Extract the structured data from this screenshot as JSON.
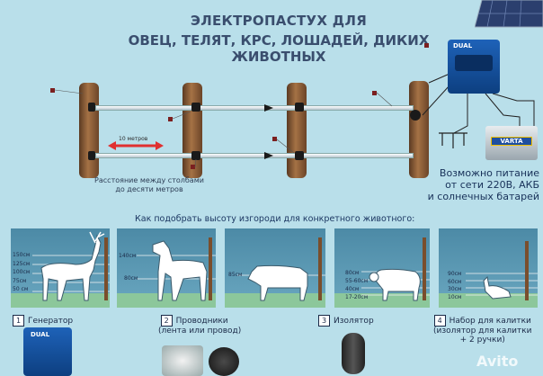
{
  "title": {
    "line1": "ЭЛЕКТРОПАСТУХ ДЛЯ",
    "line2": "ОВЕЦ, ТЕЛЯТ, КРС, ЛОШАДЕЙ, ДИКИХ ЖИВОТНЫХ"
  },
  "fence": {
    "distance_label": "10 метров",
    "post_distance_text_1": "Расстояние между столбами",
    "post_distance_text_2": "до десяти метров"
  },
  "energizer": {
    "brand": "DUAL",
    "battery_brand": "VARTA"
  },
  "power_supply": {
    "line1": "Возможно питание",
    "line2": "от сети 220В, АКБ",
    "line3": "и солнечных батарей"
  },
  "height_section": {
    "subtitle": "Как подобрать высоту изгороди для конкретного животного:"
  },
  "panels": [
    {
      "animal": "deer",
      "labels": [
        "150см",
        "125см",
        "100см",
        "75см",
        "50 см"
      ]
    },
    {
      "animal": "horse",
      "labels": [
        "140см",
        "80см"
      ]
    },
    {
      "animal": "cow",
      "labels": [
        "85см"
      ]
    },
    {
      "animal": "sheep",
      "labels": [
        "80см",
        "55-60см",
        "40см",
        "17-20см"
      ]
    },
    {
      "animal": "goose",
      "labels": [
        "90см",
        "60см",
        "30см",
        "10см"
      ]
    }
  ],
  "legend": [
    {
      "num": "1",
      "line1": "Генератор",
      "line2": ""
    },
    {
      "num": "2",
      "line1": "Проводники",
      "line2": "(лента или провод)"
    },
    {
      "num": "3",
      "line1": "Изолятор",
      "line2": ""
    },
    {
      "num": "4",
      "line1": "Набор для калитки",
      "line2": "(изолятор для калитки",
      "line3": "+ 2 ручки)"
    }
  ],
  "watermark": "Avito",
  "colors": {
    "background": "#b9dfea",
    "title": "#3a4e6e",
    "arrow": "#e03030"
  }
}
